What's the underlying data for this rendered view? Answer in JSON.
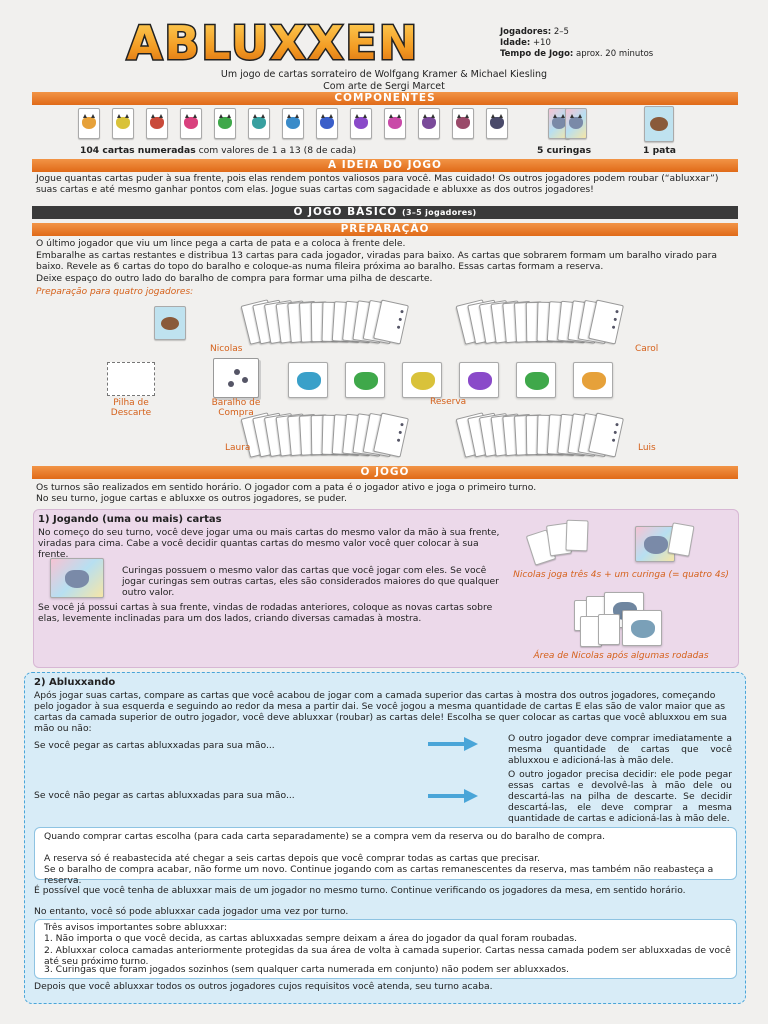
{
  "header": {
    "logo": "ABLUXXEN",
    "players_label": "Jogadores:",
    "players": "2–5",
    "age_label": "Idade:",
    "age": "+10",
    "time_label": "Tempo de Jogo:",
    "time": "aprox. 20 minutos",
    "credit1": "Um jogo de cartas sorrateiro de Wolfgang Kramer & Michael Kiesling",
    "credit2": "Com arte de Sergi Marcet"
  },
  "sections": {
    "components": "COMPONENTES",
    "idea": "A IDEIA DO JOGO",
    "basic": "O JOGO BÁSICO",
    "basic_sub": "(3–5 jogadores)",
    "prep": "PREPARAÇÃO",
    "game": "O JOGO"
  },
  "components": {
    "numbered_bold": "104 cartas numeradas",
    "numbered_rest": "com valores de 1 a 13 (8 de cada)",
    "wild": "5 curingas",
    "paw": "1 pata"
  },
  "idea_text": "Jogue quantas cartas puder à sua frente, pois elas rendem pontos valiosos para você. Mas cuidado! Os outros jogadores podem roubar (“abluxxar”) suas cartas e até mesmo ganhar pontos com elas. Jogue suas cartas com sagacidade e abluxxe as dos outros jogadores!",
  "prep": {
    "l1": "O último jogador que viu um lince pega a carta de pata e a coloca à frente dele.",
    "l2": "Embaralhe as cartas restantes e distribua 13 cartas para cada jogador, viradas para baixo. As cartas que sobrarem formam um baralho virado para baixo. Revele as 6 cartas do topo do baralho e coloque-as numa fileira próxima ao baralho. Essas cartas formam a reserva.",
    "l3": "Deixe espaço do outro lado do baralho de compra para formar uma pilha de descarte.",
    "caption": "Preparação para quatro jogadores:",
    "nicolas": "Nicolas",
    "carol": "Carol",
    "laura": "Laura",
    "luis": "Luis",
    "discard": "Pilha de Descarte",
    "draw": "Baralho de Compra",
    "reserve": "Reserva"
  },
  "game": {
    "l1": "Os turnos são realizados em sentido horário. O jogador com a pata é o jogador ativo e joga o primeiro turno.",
    "l2": "No seu turno, jogue cartas e abluxxe os outros jogadores, se puder."
  },
  "step1": {
    "title": "1) Jogando (uma ou mais) cartas",
    "p1": "No começo do seu turno, você deve jogar uma ou mais cartas do mesmo valor da mão à sua frente, viradas para cima. Cabe a você decidir quantas cartas do mesmo valor você quer colocar à sua frente.",
    "p2": "Curingas possuem o mesmo valor das cartas que você jogar com eles. Se você jogar curingas sem outras cartas, eles são considerados maiores do que qualquer outro valor.",
    "p3": "Se você já possui cartas à sua frente, vindas de rodadas anteriores, coloque as novas cartas sobre elas, levemente inclinadas para um dos lados, criando diversas camadas à mostra.",
    "cap1": "Nicolas joga três 4s + um curinga (= quatro 4s)",
    "cap2": "Área de Nicolas após algumas rodadas"
  },
  "step2": {
    "title": "2) Abluxxando",
    "p1": "Após jogar suas cartas, compare as cartas que você acabou de jogar com a camada superior das cartas à mostra dos outros jogadores, começando pelo jogador à sua esquerda e seguindo ao redor da mesa a partir dai. Se você jogou a mesma quantidade de cartas E elas são de valor maior que as cartas da camada superior de outro jogador, você deve abluxxar (roubar) as cartas dele! Escolha se quer colocar as cartas que você abluxxou em sua mão ou não:",
    "if_yes": "Se você pegar as cartas abluxxadas para sua mão...",
    "then_yes": "O outro jogador deve comprar imediatamente a mesma quantidade de cartas que você abluxxou e adicioná-las à mão dele.",
    "if_no": "Se você não pegar as cartas abluxxadas para sua mão...",
    "then_no": "O outro jogador precisa decidir: ele pode pegar essas cartas e devolvê-las à mão dele ou descartá-las na pilha de descarte. Se decidir descartá-las, ele deve comprar a mesma quantidade de cartas e adicioná-las à mão dele.",
    "box1": "Quando comprar cartas escolha (para cada carta separadamente) se a compra vem da reserva ou do baralho de compra.",
    "box2": "A reserva só é reabastecida até chegar a seis cartas depois que você comprar todas as cartas que precisar.",
    "box3": "Se o baralho de compra acabar, não forme um novo. Continue jogando com as cartas remanescentes da reserva, mas também não reabasteça a reserva.",
    "p2": "É possível que você tenha de abluxxar mais de um jogador no mesmo turno. Continue verificando os jogadores da mesa, em sentido horário.",
    "p3": "No entanto, você só pode abluxxar cada jogador uma vez por turno.",
    "warn_title": "Três avisos importantes sobre abluxxar:",
    "w1": "1. Não importa o que você decida, as cartas abluxxadas sempre deixam a área do jogador da qual foram roubadas.",
    "w2": "2. Abluxxar coloca camadas anteriormente protegidas da sua área de volta à camada superior. Cartas nessa camada podem ser abluxxadas de você até seu próximo turno.",
    "w3": "3. Curingas que foram jogados sozinhos (sem qualquer carta numerada em conjunto) não podem ser abluxxados.",
    "end": "Depois que você abluxxar todos os outros jogadores cujos requisitos você atenda, seu turno acaba."
  }
}
